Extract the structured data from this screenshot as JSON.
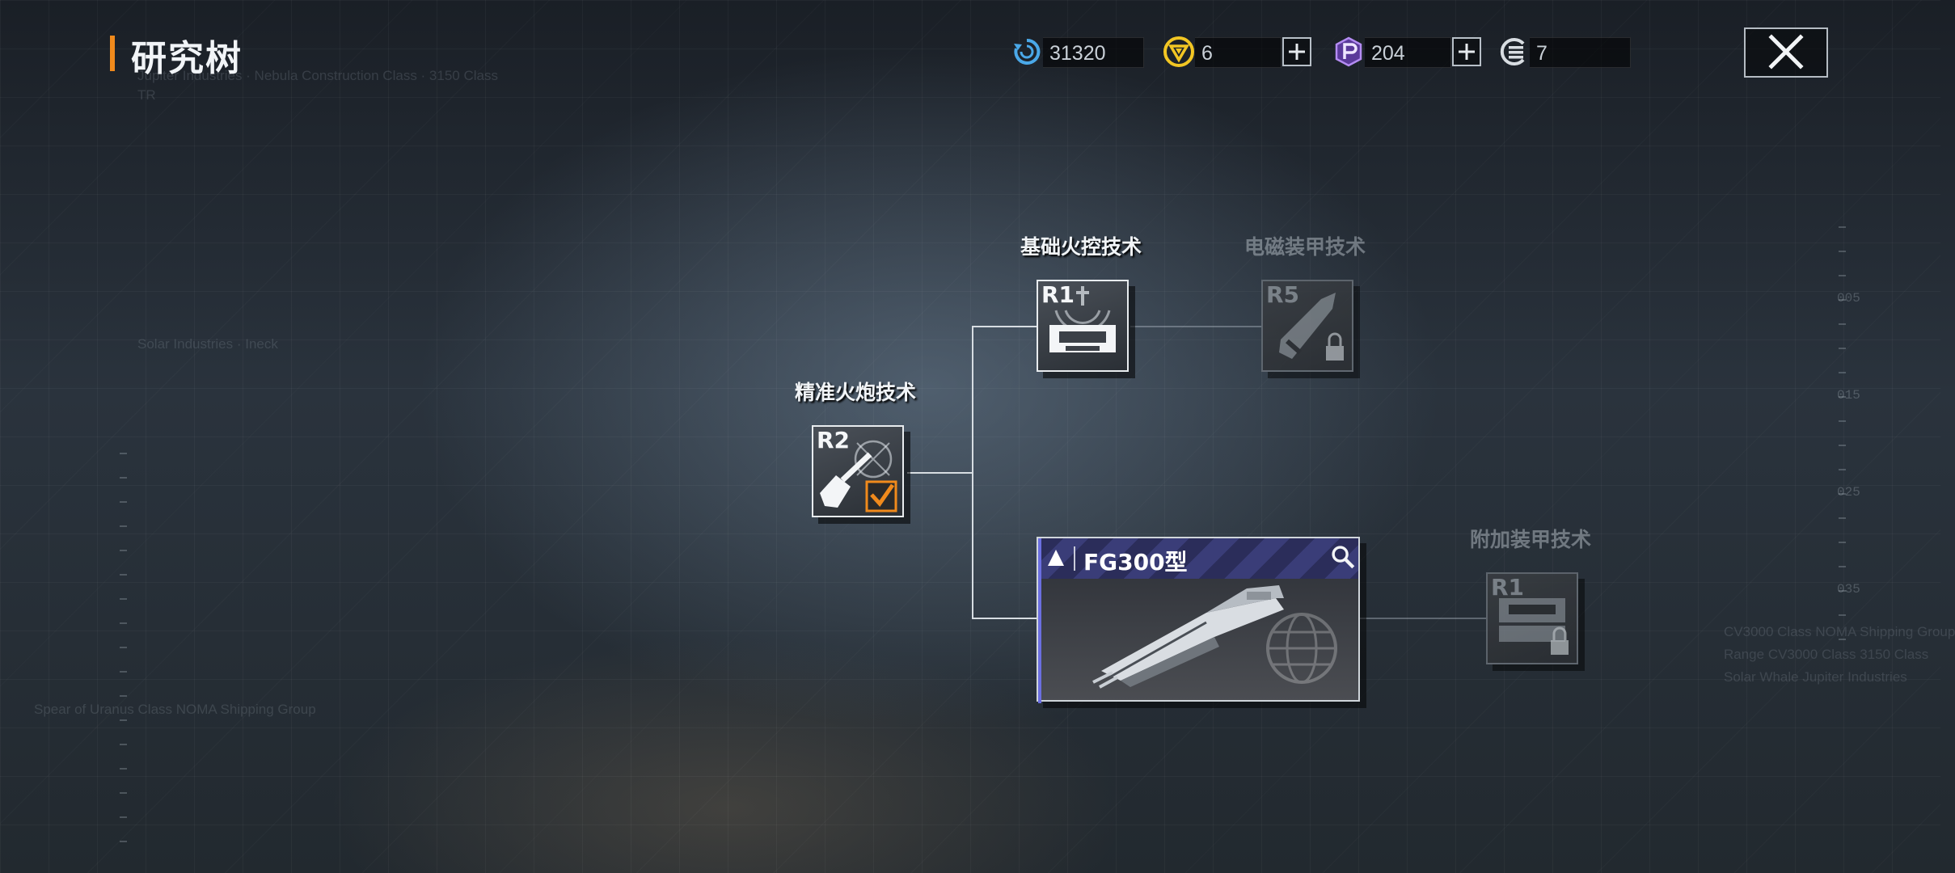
{
  "title": "研究树",
  "currencies": [
    {
      "icon": "refresh-cycle-icon",
      "value": "31320",
      "color": "#4aa8e8",
      "has_plus": false
    },
    {
      "icon": "yellow-emblem-icon",
      "value": "6",
      "color": "#f2c623",
      "has_plus": true
    },
    {
      "icon": "purple-p-icon",
      "value": "204",
      "color": "#9a6ee8",
      "has_plus": true
    },
    {
      "icon": "gray-disc-icon",
      "value": "7",
      "color": "#d8dde2",
      "has_plus": false
    }
  ],
  "nodes": {
    "precision_cannon": {
      "label": "精准火炮技术",
      "rank": "R2",
      "state": "completed",
      "icon": "cannon-target-icon"
    },
    "basic_fire_control": {
      "label": "基础火控技术",
      "rank": "R1",
      "state": "available",
      "icon": "fire-control-icon"
    },
    "em_armor": {
      "label": "电磁装甲技术",
      "rank": "R5",
      "state": "locked",
      "icon": "missile-icon"
    },
    "extra_armor": {
      "label": "附加装甲技术",
      "rank": "R1",
      "state": "locked",
      "icon": "armor-plate-icon"
    }
  },
  "ship_card": {
    "name": "FG300型",
    "icon": "ship-class-triangle-icon",
    "accent": "#3a3d78"
  },
  "background_text": {
    "line1": "Jupiter Industries · Nebula Construction Class · 3150 Class",
    "line1b": "TR",
    "line2": "Solar Industries · Ineck",
    "line3": "Spear of Uranus Class NOMA Shipping Group",
    "line4": "CV3000 Class NOMA Shipping Group",
    "line5": "Range CV3000 Class 3150 Class",
    "line6": "Solar Whale Jupiter Industries",
    "ruler_labels": [
      "005",
      "015",
      "025",
      "035"
    ]
  }
}
